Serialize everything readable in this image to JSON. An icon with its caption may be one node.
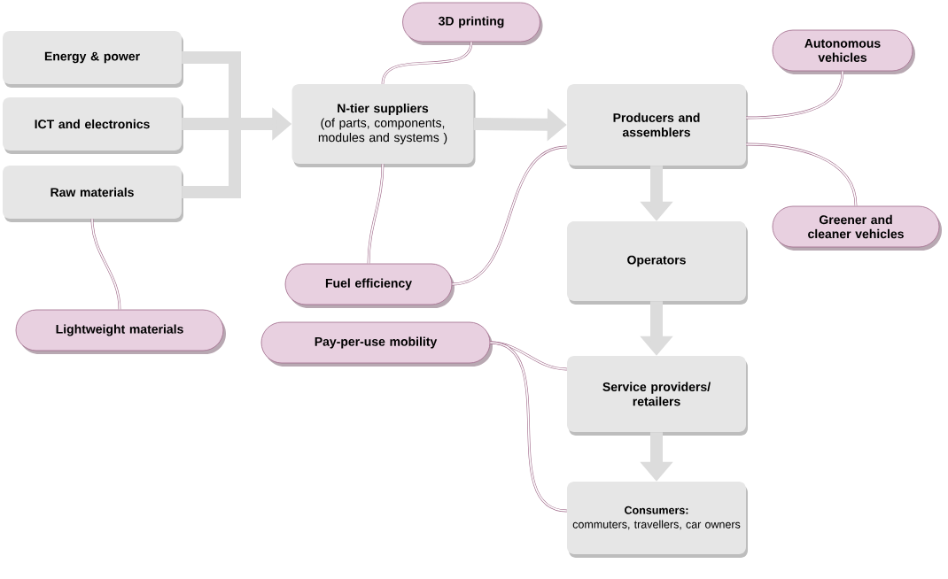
{
  "diagram": {
    "nodes": [
      {
        "text": [
          "Energy & power"
        ]
      },
      {
        "text": [
          "ICT and electronics"
        ]
      },
      {
        "text": [
          "Raw materials"
        ]
      },
      {
        "text": [
          "N-tier suppliers",
          "(of parts, components, modules and systems )"
        ]
      },
      {
        "text": [
          "Producers and assemblers"
        ]
      },
      {
        "text": [
          "Operators"
        ]
      },
      {
        "text": [
          "Service providers/ retailers"
        ]
      },
      {
        "text": [
          "Consumers:",
          "commuters, travellers, car owners"
        ]
      },
      {
        "text": [
          "3D printing"
        ]
      },
      {
        "text": [
          "Autonomous vehicles"
        ]
      },
      {
        "text": [
          "Greener and cleaner vehicles"
        ]
      },
      {
        "text": [
          "Fuel efficiency"
        ]
      },
      {
        "text": [
          "Lightweight materials"
        ]
      },
      {
        "text": [
          "Pay-per-use mobility"
        ]
      }
    ],
    "edges": [
      {
        "from": 0,
        "to": 3,
        "arrow": "to",
        "style": "thick",
        "color": "#dcdcdc"
      },
      {
        "from": 1,
        "to": 3,
        "arrow": "to",
        "style": "thick",
        "color": "#dcdcdc"
      },
      {
        "from": 2,
        "to": 3,
        "arrow": "to",
        "style": "thick",
        "color": "#dcdcdc"
      },
      {
        "from": 3,
        "to": 4,
        "arrow": "to",
        "style": "thick",
        "color": "#dcdcdc"
      },
      {
        "from": 4,
        "to": 5,
        "arrow": "to",
        "style": "thick",
        "color": "#dcdcdc"
      },
      {
        "from": 5,
        "to": 6,
        "arrow": "to",
        "style": "thick",
        "color": "#dcdcdc"
      },
      {
        "from": 6,
        "to": 7,
        "arrow": "to",
        "style": "thick",
        "color": "#dcdcdc"
      },
      {
        "from": 8,
        "to": 3,
        "arrow": "none"
      },
      {
        "from": 2,
        "to": 12,
        "arrow": "none"
      },
      {
        "from": 3,
        "to": 11,
        "arrow": "none"
      },
      {
        "from": 11,
        "to": 4,
        "arrow": "none"
      },
      {
        "from": 4,
        "to": 9,
        "arrow": "none"
      },
      {
        "from": 4,
        "to": 10,
        "arrow": "none"
      },
      {
        "from": 13,
        "to": 6,
        "arrow": "none"
      },
      {
        "from": 13,
        "to": 7,
        "arrow": "none"
      }
    ]
  }
}
